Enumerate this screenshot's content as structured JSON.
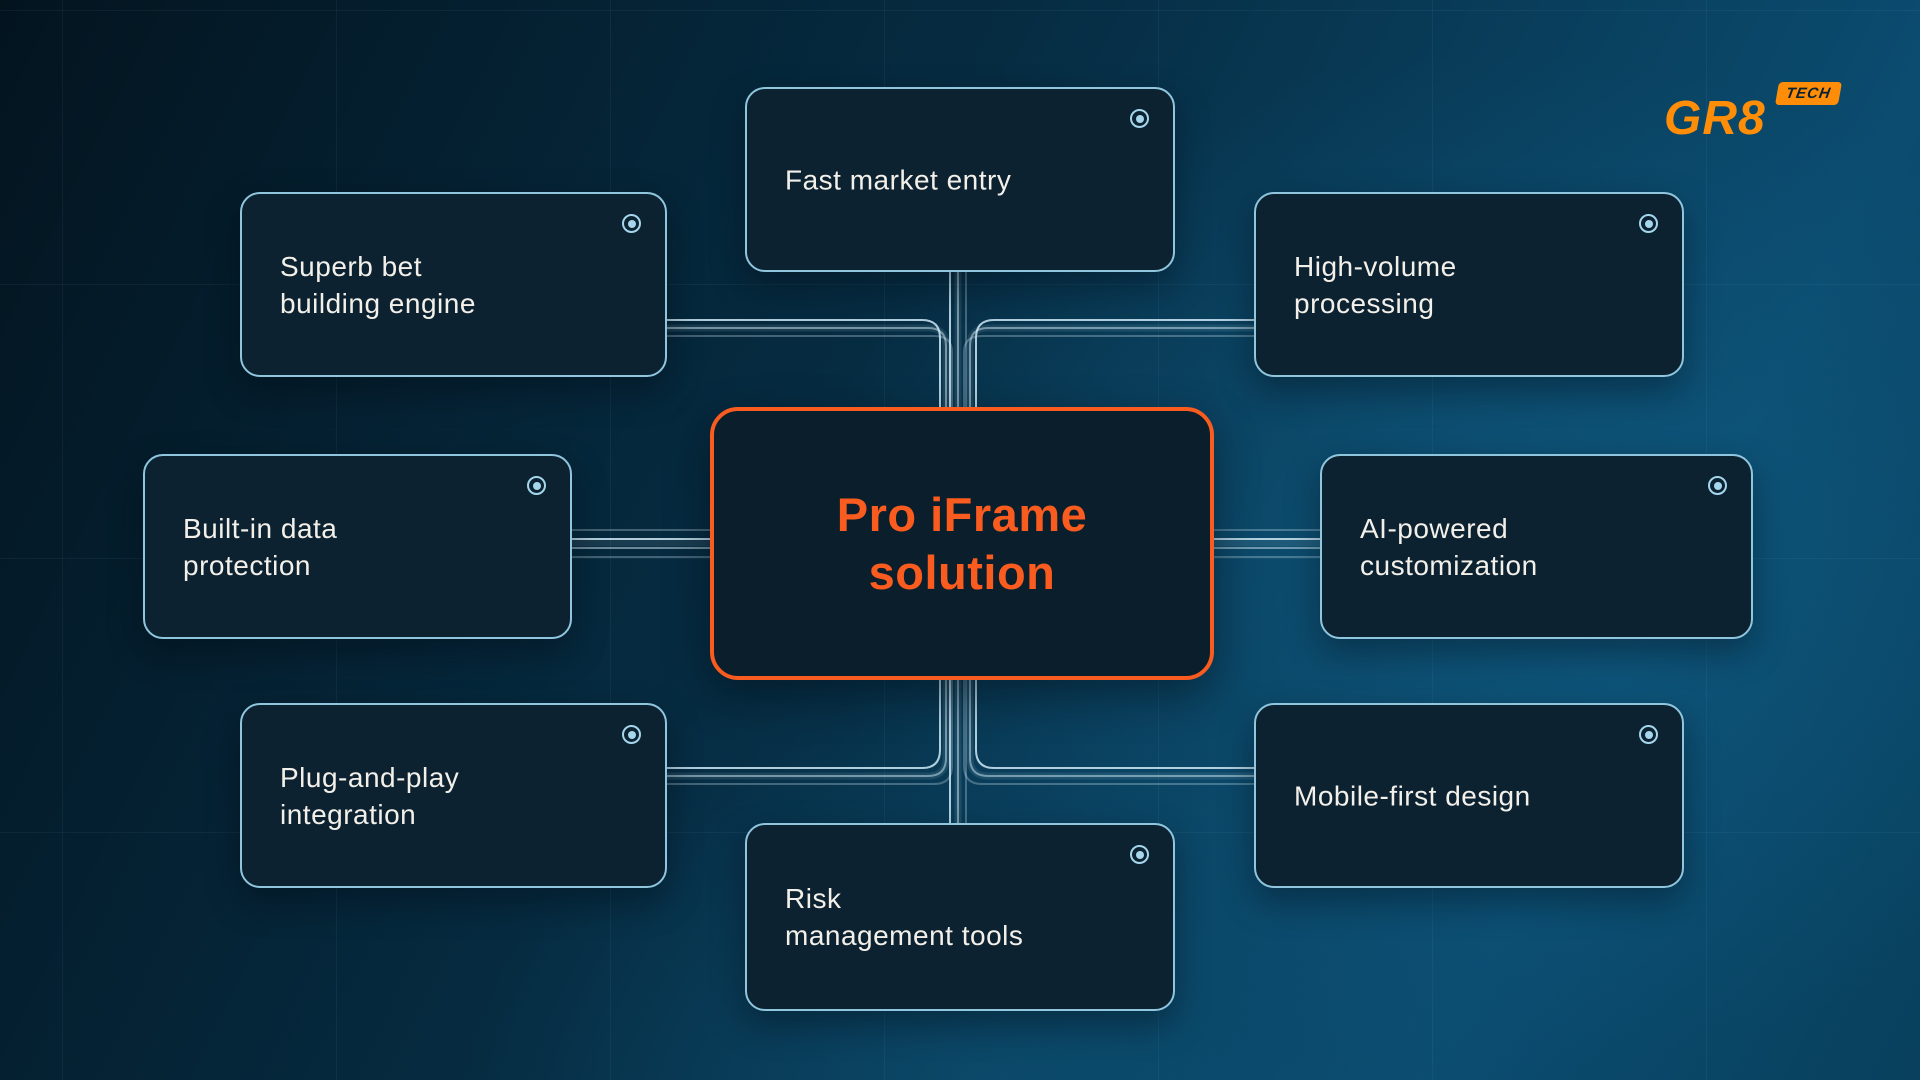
{
  "colors": {
    "accent": "#f95c1e",
    "logo-orange": "#ff8d07",
    "line": "#cfe9f6",
    "box-border": "#8fc6de",
    "box-bg": "#0c2231",
    "text": "#f3f0ea",
    "icon": "#a5d6ec",
    "bg-dark": "#03141f",
    "bg-light": "#0b4c70"
  },
  "logo": {
    "name": "GR8",
    "badge": "TECH"
  },
  "center": {
    "lines": [
      "Pro iFrame",
      "solution"
    ]
  },
  "nodes": [
    {
      "id": "fast-market-entry",
      "lines": [
        "Fast market entry"
      ]
    },
    {
      "id": "superb-bet-building-engine",
      "lines": [
        "Superb bet",
        "building engine"
      ]
    },
    {
      "id": "high-volume-processing",
      "lines": [
        "High-volume",
        "processing"
      ]
    },
    {
      "id": "built-in-data-protection",
      "lines": [
        "Built-in data",
        "protection"
      ]
    },
    {
      "id": "ai-powered-customization",
      "lines": [
        "AI-powered",
        "customization"
      ]
    },
    {
      "id": "plug-and-play-integration",
      "lines": [
        "Plug-and-play",
        "integration"
      ]
    },
    {
      "id": "mobile-first-design",
      "lines": [
        "Mobile-first design"
      ]
    },
    {
      "id": "risk-management-tools",
      "lines": [
        "Risk",
        "management tools"
      ]
    }
  ]
}
